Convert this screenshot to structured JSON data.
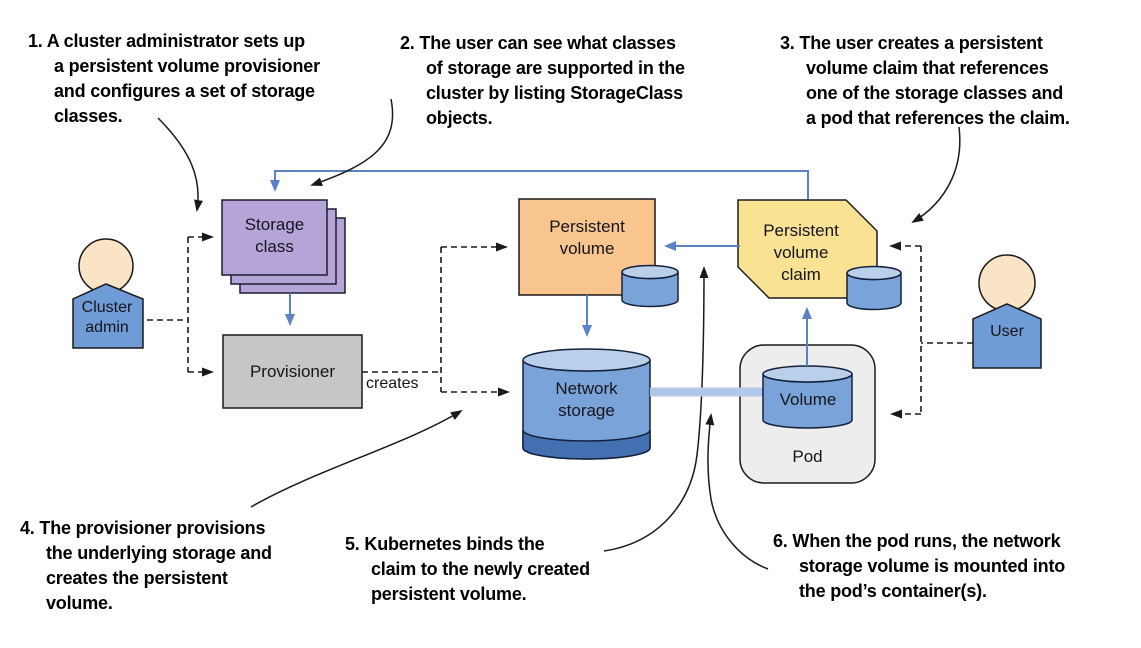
{
  "annotations": [
    {
      "lines": [
        "1. A cluster administrator sets up",
        "a persistent volume provisioner",
        "and configures a set of storage",
        "classes."
      ]
    },
    {
      "lines": [
        "2. The user can see what classes",
        "of storage are supported in the",
        "cluster by listing StorageClass",
        "objects."
      ]
    },
    {
      "lines": [
        "3. The user creates a persistent",
        "volume claim that references",
        "one of the storage classes and",
        "a pod that references the claim."
      ]
    },
    {
      "lines": [
        "4. The provisioner provisions",
        "the underlying storage and",
        "creates the persistent",
        "volume."
      ]
    },
    {
      "lines": [
        "5. Kubernetes binds the",
        "claim to the newly created",
        "persistent volume."
      ]
    },
    {
      "lines": [
        "6. When the pod runs, the network",
        "storage volume is mounted into",
        "the pod’s container(s)."
      ]
    }
  ],
  "nodes": {
    "storage_class": "Storage\nclass",
    "provisioner": "Provisioner",
    "persistent_volume": "Persistent\nvolume",
    "network_storage": "Network\nstorage",
    "persistent_volume_claim": "Persistent\nvolume\nclaim",
    "volume": "Volume",
    "pod": "Pod",
    "cluster_admin": "Cluster\nadmin",
    "user": "User"
  },
  "edge_labels": {
    "creates": "creates"
  },
  "colors": {
    "storage_class_fill": "#b5a4d8",
    "provisioner_fill": "#c6c6c6",
    "persistent_volume_fill": "#f7c58d",
    "claim_fill": "#f9e294",
    "cylinder_fill": "#7aa3d9",
    "cylinder_top_fill": "#bacfe9",
    "cylinder_dark_fill": "#4470b2",
    "pod_fill": "#ededed",
    "person_body_fill": "#6f9bd6",
    "person_head_fill": "#fbe3c5",
    "blue_arrow": "#5b82c8",
    "mount_line": "#b3c8e8",
    "line_black": "#1a1a1a"
  }
}
